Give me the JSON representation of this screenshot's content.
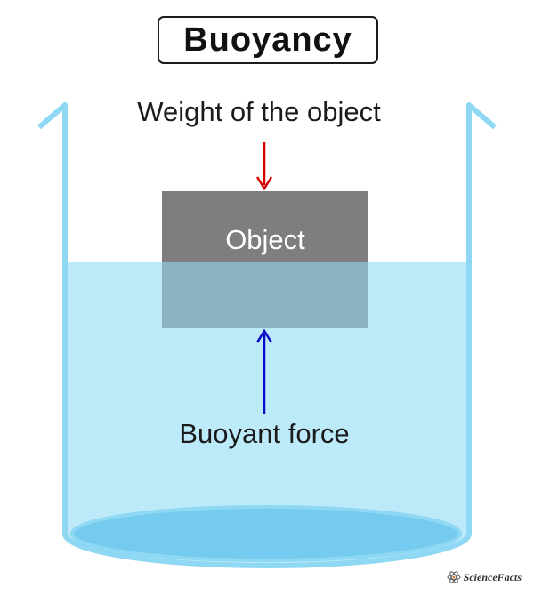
{
  "title": "Buoyancy",
  "labels": {
    "weight": "Weight of the object",
    "object": "Object",
    "buoyant": "Buoyant force"
  },
  "watermark": "ScienceFacts",
  "colors": {
    "water": "#bdeaf9",
    "container_wall": "#8ed8f4",
    "container_bottom": "#75cbef",
    "object": "#7e7e7e",
    "object_submerged": "#8ab4c4",
    "weight_arrow": "#d40000",
    "buoyant_arrow": "#0a0ac8"
  },
  "icons": {
    "weight_arrow": "arrow-down",
    "buoyant_arrow": "arrow-up",
    "brand_logo": "atom-logo"
  }
}
